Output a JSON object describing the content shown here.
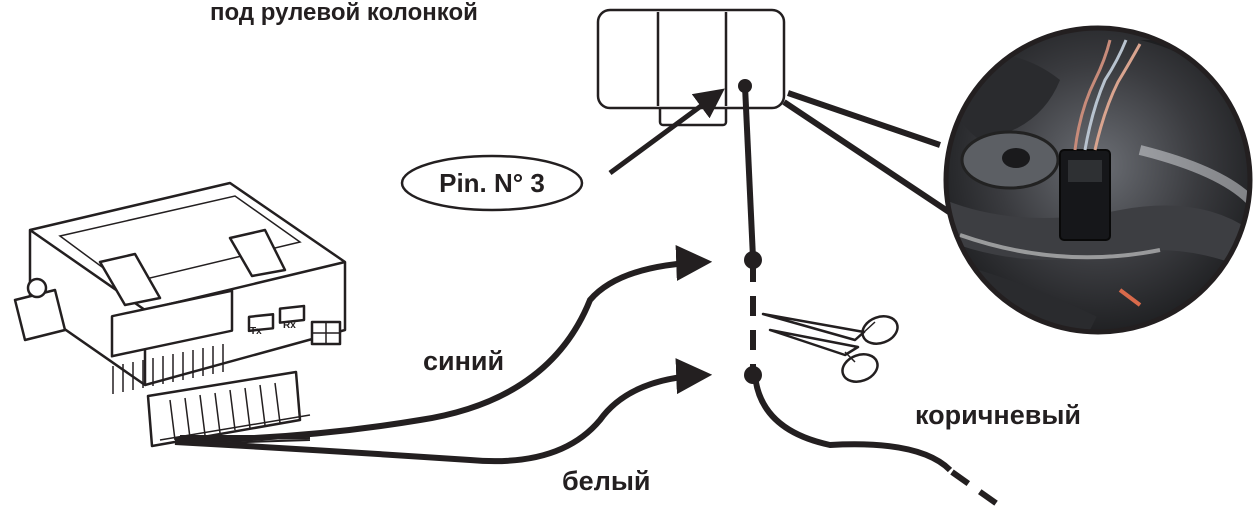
{
  "labels": {
    "heading": "под рулевой колонкой",
    "pin": "Pin. N° 3",
    "blue_wire": "синий",
    "white_wire": "белый",
    "brown_wire": "коричневый",
    "tx": "Tx",
    "rx": "Rx"
  },
  "colors": {
    "line": "#231f20",
    "photo_dark": "#2a2a2c",
    "photo_mid": "#55575c"
  },
  "icons": {
    "scissors": "scissors-icon",
    "module": "control-module-icon",
    "connector": "steering-column-connector-icon",
    "photo": "steering-column-photo"
  }
}
